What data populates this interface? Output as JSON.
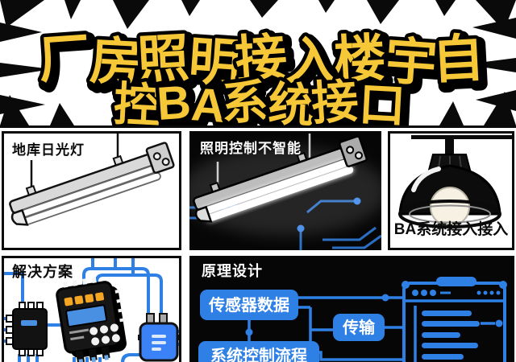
{
  "header": {
    "title_line1": "厂房照明接入楼宇自",
    "title_line2": "控BA系统接口"
  },
  "panel_basement": {
    "label": "地库日光灯"
  },
  "panel_not_smart": {
    "label": "照明控制不智能"
  },
  "panel_ba": {
    "label": "BA系统接入接入"
  },
  "panel_solution": {
    "label": "解决方案"
  },
  "panel_principle": {
    "label": "原理设计",
    "sensor_box": "传感器数据",
    "system_box": "系统控制流程",
    "transfer_box": "传输"
  },
  "colors": {
    "title_yellow": "#F6C737",
    "accent_blue": "#2F80E4",
    "trace_blue": "#2B6FC4",
    "button_orange": "#F5A623",
    "screen_blue": "#4A90E2"
  }
}
